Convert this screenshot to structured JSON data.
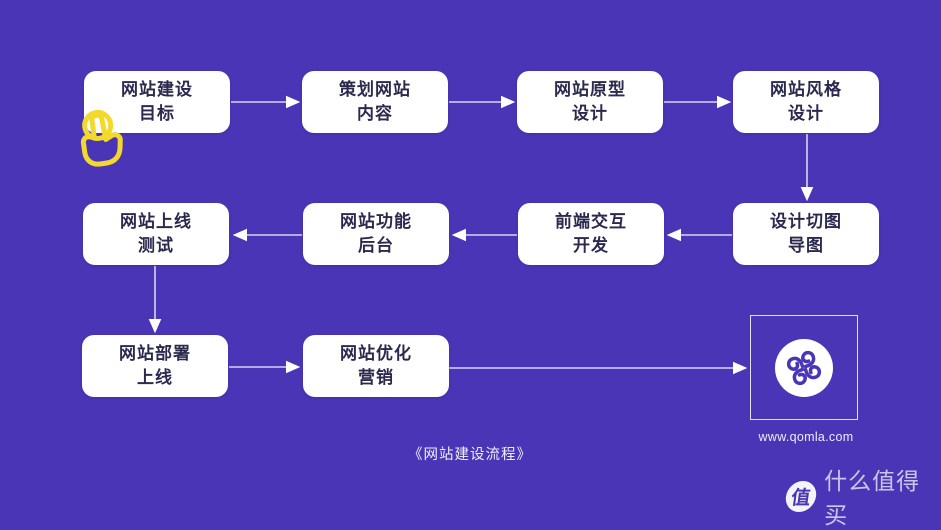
{
  "colors": {
    "background": "#4B35B7",
    "node_fill": "#FFFFFF",
    "node_text": "#2B2A4E",
    "arrow_line": "#D9D4F2",
    "arrow_head": "#FFFFFF",
    "hand_cursor": "#F2D92B",
    "logo_mark": "#4B35B7"
  },
  "nodes": [
    {
      "id": "website-goal",
      "label": "网站建设\n目标"
    },
    {
      "id": "plan-content",
      "label": "策划网站\n内容"
    },
    {
      "id": "prototype-design",
      "label": "网站原型\n设计"
    },
    {
      "id": "style-design",
      "label": "网站风格\n设计"
    },
    {
      "id": "design-slicing",
      "label": "设计切图\n导图"
    },
    {
      "id": "frontend-dev",
      "label": "前端交互\n开发"
    },
    {
      "id": "backend-function",
      "label": "网站功能\n后台"
    },
    {
      "id": "online-testing",
      "label": "网站上线\n测试"
    },
    {
      "id": "deploy-launch",
      "label": "网站部署\n上线"
    },
    {
      "id": "seo-marketing",
      "label": "网站优化\n营销"
    }
  ],
  "caption": "《网站建设流程》",
  "logo": {
    "url_text": "www.qomla.com"
  },
  "watermark": {
    "badge": "值",
    "text": "什么值得买"
  }
}
